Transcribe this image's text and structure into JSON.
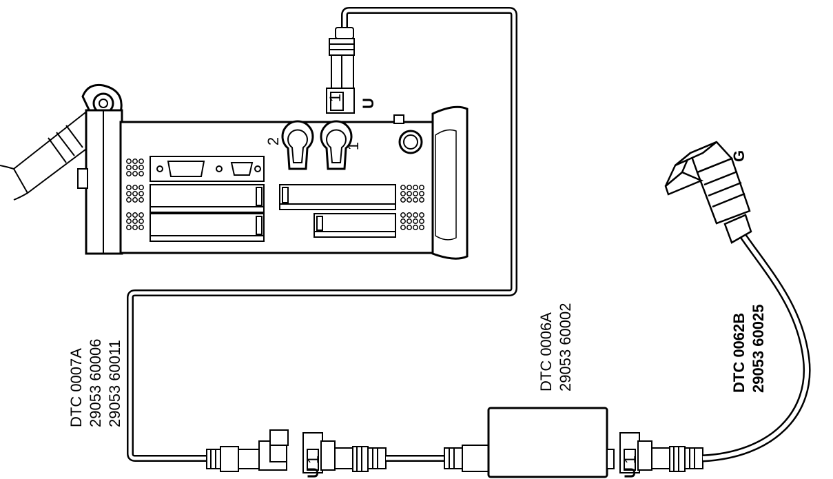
{
  "labels": {
    "cable_a_code": "DTC 0007A",
    "cable_a_part1": "29053 60006",
    "cable_a_part2": "29053 60011",
    "module_code": "DTC 0006A",
    "module_part": "29053 60002",
    "cable_b_code": "DTC 0062B",
    "cable_b_part": "29053 60025",
    "connector_g": "G",
    "port_1": "1",
    "port_2": "2",
    "connector_u": "U",
    "pin_1": "1"
  },
  "colors": {
    "line": "#000000",
    "fill": "#ffffff"
  }
}
